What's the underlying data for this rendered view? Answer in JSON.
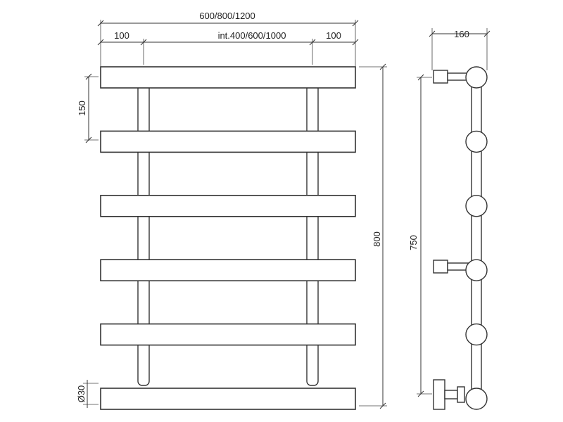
{
  "front_view": {
    "overall_width": "600/800/1200",
    "left_offset": "100",
    "interaxis": "int.400/600/1000",
    "right_offset": "100",
    "bar_spacing": "150",
    "overall_height": "800",
    "pipe_diameter": "Ø30",
    "bar_count": 6
  },
  "side_view": {
    "depth": "160",
    "mount_height": "750",
    "ball_count": 6
  }
}
